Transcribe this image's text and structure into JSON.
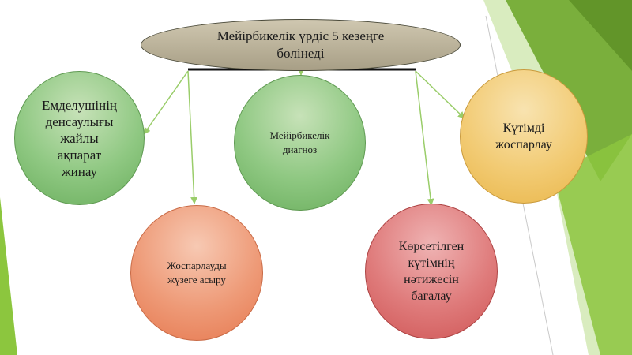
{
  "diagram": {
    "title": "Мейірбикелік үрдіс 5 кезеңге\nбөлінеді",
    "nodes": [
      {
        "id": "n1",
        "label": "Емделушінің\nденсаулығы\nжайлы\nақпарат\nжинау",
        "color": "#8fc882"
      },
      {
        "id": "n2",
        "label": "Мейірбикелік\nдиагноз",
        "color": "#8fc882"
      },
      {
        "id": "n3",
        "label": "Күтімді\nжоспарлау",
        "color": "#f2cb74"
      },
      {
        "id": "n4",
        "label": "Жоспарлауды\nжүзеге асыру",
        "color": "#ee9a77"
      },
      {
        "id": "n5",
        "label": "Көрсетілген\nкүтімнің\nнәтижесін\nбағалау",
        "color": "#df7b7b"
      }
    ]
  },
  "colors": {
    "accent_green": "#8cc63e",
    "title_fill": "#bcb49b",
    "connector": "#9acd6a"
  }
}
